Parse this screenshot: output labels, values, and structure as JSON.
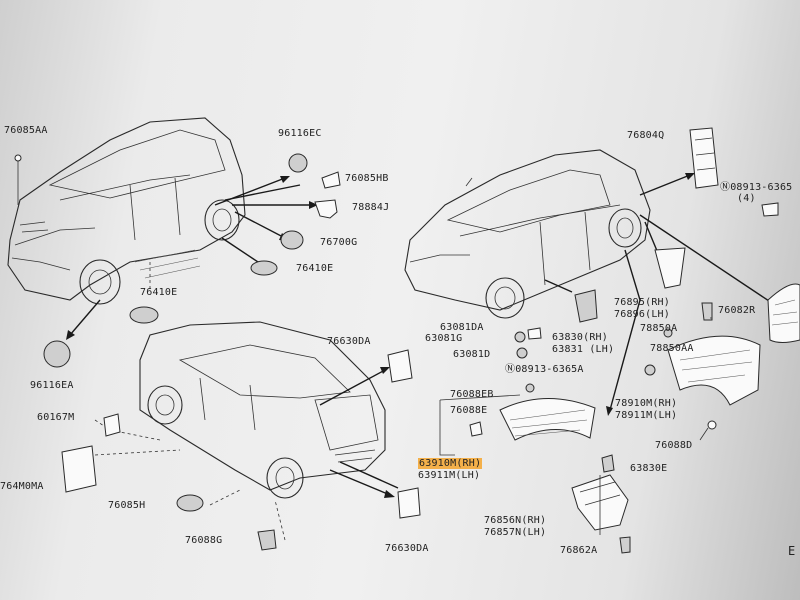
{
  "labels": [
    {
      "id": "p76085AA",
      "text": "76085AA"
    },
    {
      "id": "p96116EC",
      "text": "96116EC"
    },
    {
      "id": "p76085HB",
      "text": "76085HB"
    },
    {
      "id": "p78884J",
      "text": "78884J"
    },
    {
      "id": "p76700G",
      "text": "76700G"
    },
    {
      "id": "p76410E_a",
      "text": "76410E"
    },
    {
      "id": "p76410E_b",
      "text": "76410E"
    },
    {
      "id": "p96116EA",
      "text": "96116EA"
    },
    {
      "id": "p76630DA_a",
      "text": "76630DA"
    },
    {
      "id": "p60167M",
      "text": "60167M"
    },
    {
      "id": "p764M0MA",
      "text": "764M0MA"
    },
    {
      "id": "p76085H",
      "text": "76085H"
    },
    {
      "id": "p76088G",
      "text": "76088G"
    },
    {
      "id": "p76630DA_b",
      "text": "76630DA"
    },
    {
      "id": "p76804Q",
      "text": "76804Q"
    },
    {
      "id": "pN08913_a",
      "text": "Ⓝ08913-6365"
    },
    {
      "id": "pN08913_a_qty",
      "text": "(4)"
    },
    {
      "id": "p63081DA",
      "text": "63081DA"
    },
    {
      "id": "p63081G",
      "text": "63081G"
    },
    {
      "id": "p63081D",
      "text": "63081D"
    },
    {
      "id": "p63830RH",
      "text": "63830(RH)"
    },
    {
      "id": "p63831LH",
      "text": "63831 (LH)"
    },
    {
      "id": "pN08913_b",
      "text": "Ⓝ08913-6365A"
    },
    {
      "id": "p76895RH",
      "text": "76895(RH)"
    },
    {
      "id": "p76896LH",
      "text": "76896(LH)"
    },
    {
      "id": "p76082R",
      "text": "76082R"
    },
    {
      "id": "p78850A",
      "text": "78850A"
    },
    {
      "id": "p78850AA",
      "text": "78850AA"
    },
    {
      "id": "p76088EB",
      "text": "76088EB"
    },
    {
      "id": "p76088E",
      "text": "76088E"
    },
    {
      "id": "p78910M",
      "text": "78910M(RH)"
    },
    {
      "id": "p78911M",
      "text": "78911M(LH)"
    },
    {
      "id": "p76088D",
      "text": "76088D"
    },
    {
      "id": "p63910M",
      "text": "63910M(RH)"
    },
    {
      "id": "p63911M",
      "text": "63911M(LH)"
    },
    {
      "id": "p63830E",
      "text": "63830E"
    },
    {
      "id": "p76856N",
      "text": "76856N(RH)"
    },
    {
      "id": "p76857N",
      "text": "76857N(LH)"
    },
    {
      "id": "p76862A",
      "text": "76862A"
    },
    {
      "id": "pE",
      "text": "E"
    }
  ],
  "highlight_color": "#f4b04a"
}
